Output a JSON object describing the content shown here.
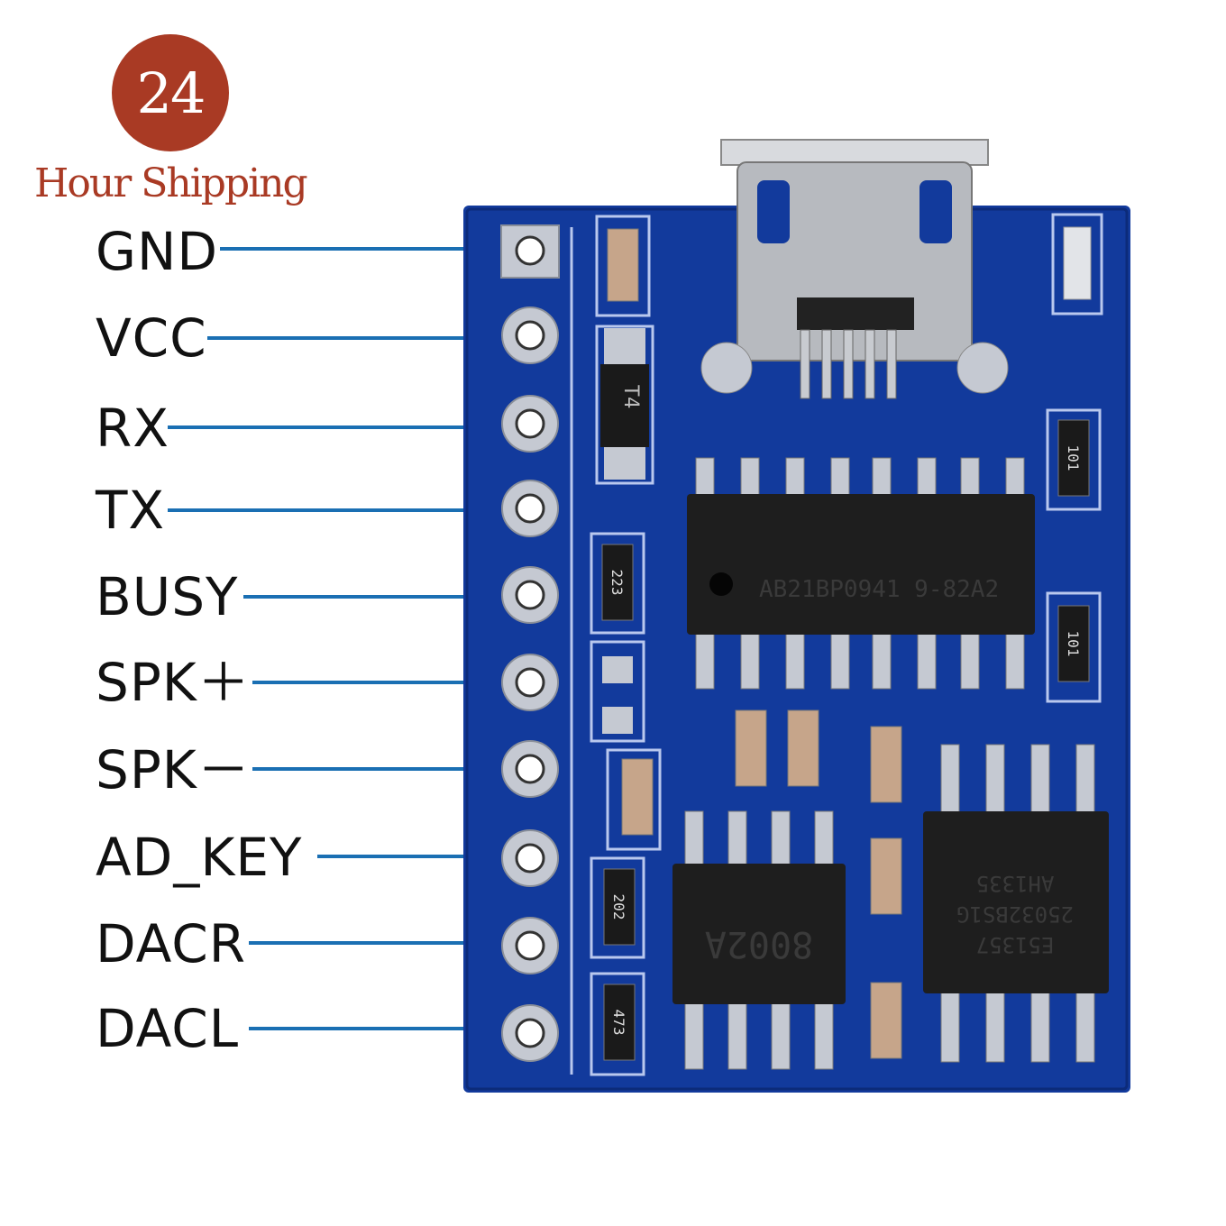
{
  "badge": {
    "number": "24",
    "text": "Hour Shipping"
  },
  "pins": [
    "GND",
    "VCC",
    "RX",
    "TX",
    "BUSY",
    "SPK＋",
    "SPK－",
    "AD_KEY",
    "DACR",
    "DACL"
  ],
  "chips": {
    "main": "AB21BP0941 9-82A2",
    "amp": "8002A",
    "flash_line1": "E51357",
    "flash_line2": "25032BS1G",
    "flash_line3": "AH1335"
  },
  "components": {
    "diode": "T4",
    "res_a": "101",
    "res_b": "101",
    "res_c": "223",
    "res_d": "202",
    "res_e": "473"
  },
  "colors": {
    "pcb": "#123a9c",
    "badge": "#a93a24",
    "line": "#1a6fb3"
  }
}
